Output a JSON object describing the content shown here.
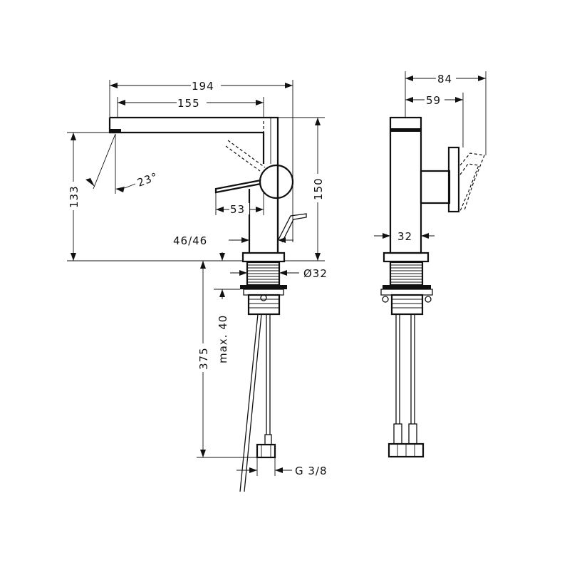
{
  "dimensions": {
    "total_reach": "194",
    "spout_reach": "155",
    "spout_angle": "23°",
    "height_133": "133",
    "height_150": "150",
    "lever_offset": "53",
    "mixing_width": "46/46",
    "thread_diameter": "Ø32",
    "max_thickness": "max. 40",
    "hose_length": "375",
    "connection": "G 3/8",
    "side_depth": "84",
    "side_lever": "59",
    "side_width": "32"
  }
}
